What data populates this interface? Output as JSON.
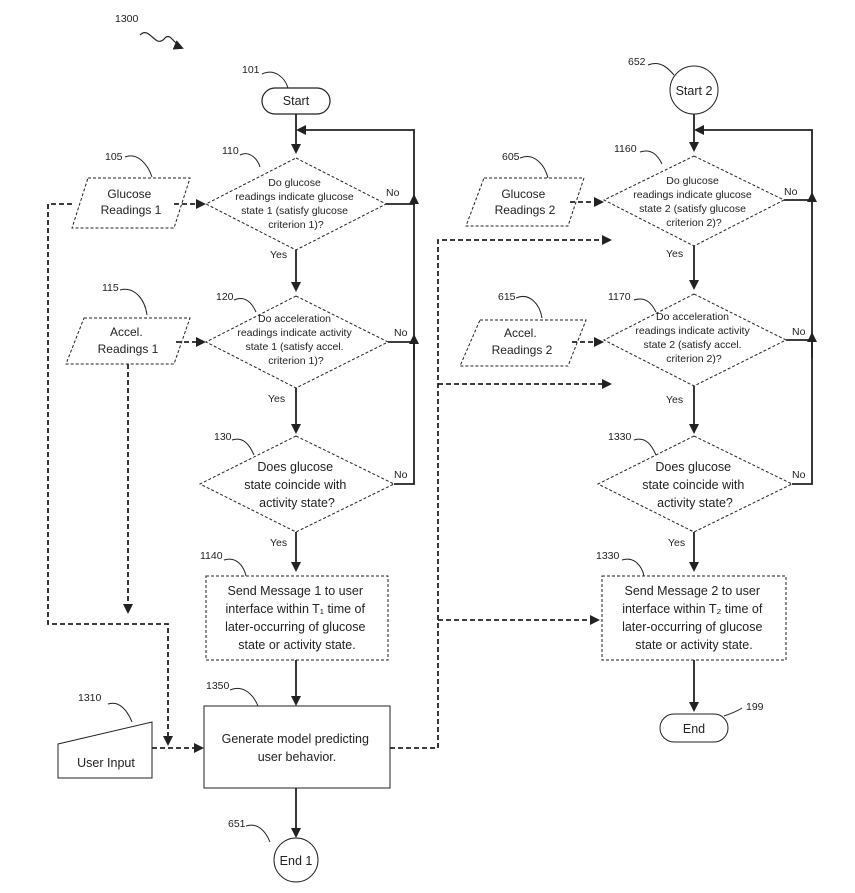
{
  "figure_ref": "1300",
  "refs": {
    "start1": "101",
    "readings_g1": "105",
    "dec_110": "110",
    "readings_a1": "115",
    "dec_120": "120",
    "dec_130": "130",
    "msg1": "1140",
    "model": "1350",
    "user_input": "1310",
    "end1": "651",
    "start2": "652",
    "readings_g2": "605",
    "dec_1160": "1160",
    "readings_a2": "615",
    "dec_1170": "1170",
    "dec_1330": "1330",
    "msg2": "1330",
    "end2": "199"
  },
  "terminals": {
    "start1": "Start",
    "start2": "Start 2",
    "end1": "End 1",
    "end2": "End"
  },
  "inputs": {
    "glucose1": [
      "Glucose",
      "Readings 1"
    ],
    "accel1": [
      "Accel.",
      "Readings 1"
    ],
    "glucose2": [
      "Glucose",
      "Readings 2"
    ],
    "accel2": [
      "Accel.",
      "Readings 2"
    ],
    "user_input": "User Input"
  },
  "decisions": {
    "d110": [
      "Do glucose",
      "readings indicate glucose",
      "state 1 (satisfy glucose",
      "criterion 1)?"
    ],
    "d120": [
      "Do acceleration",
      "readings indicate activity",
      "state 1 (satisfy accel.",
      "criterion 1)?"
    ],
    "d130": [
      "Does glucose",
      "state coincide with",
      "activity state?"
    ],
    "d1160": [
      "Do glucose",
      "readings indicate glucose",
      "state 2 (satisfy glucose",
      "criterion 2)?"
    ],
    "d1170": [
      "Do acceleration",
      "readings indicate activity",
      "state 2 (satisfy accel.",
      "criterion 2)?"
    ],
    "d1330": [
      "Does glucose",
      "state coincide with",
      "activity state?"
    ]
  },
  "processes": {
    "msg1": [
      "Send Message 1 to user",
      "interface within T₁ time of",
      "later-occurring of glucose",
      "state or activity state."
    ],
    "msg2": [
      "Send Message 2 to user",
      "interface within T₂ time of",
      "later-occurring of glucose",
      "state or activity state."
    ],
    "model": [
      "Generate model predicting",
      "user behavior."
    ]
  },
  "branch_labels": {
    "yes": "Yes",
    "no": "No"
  }
}
